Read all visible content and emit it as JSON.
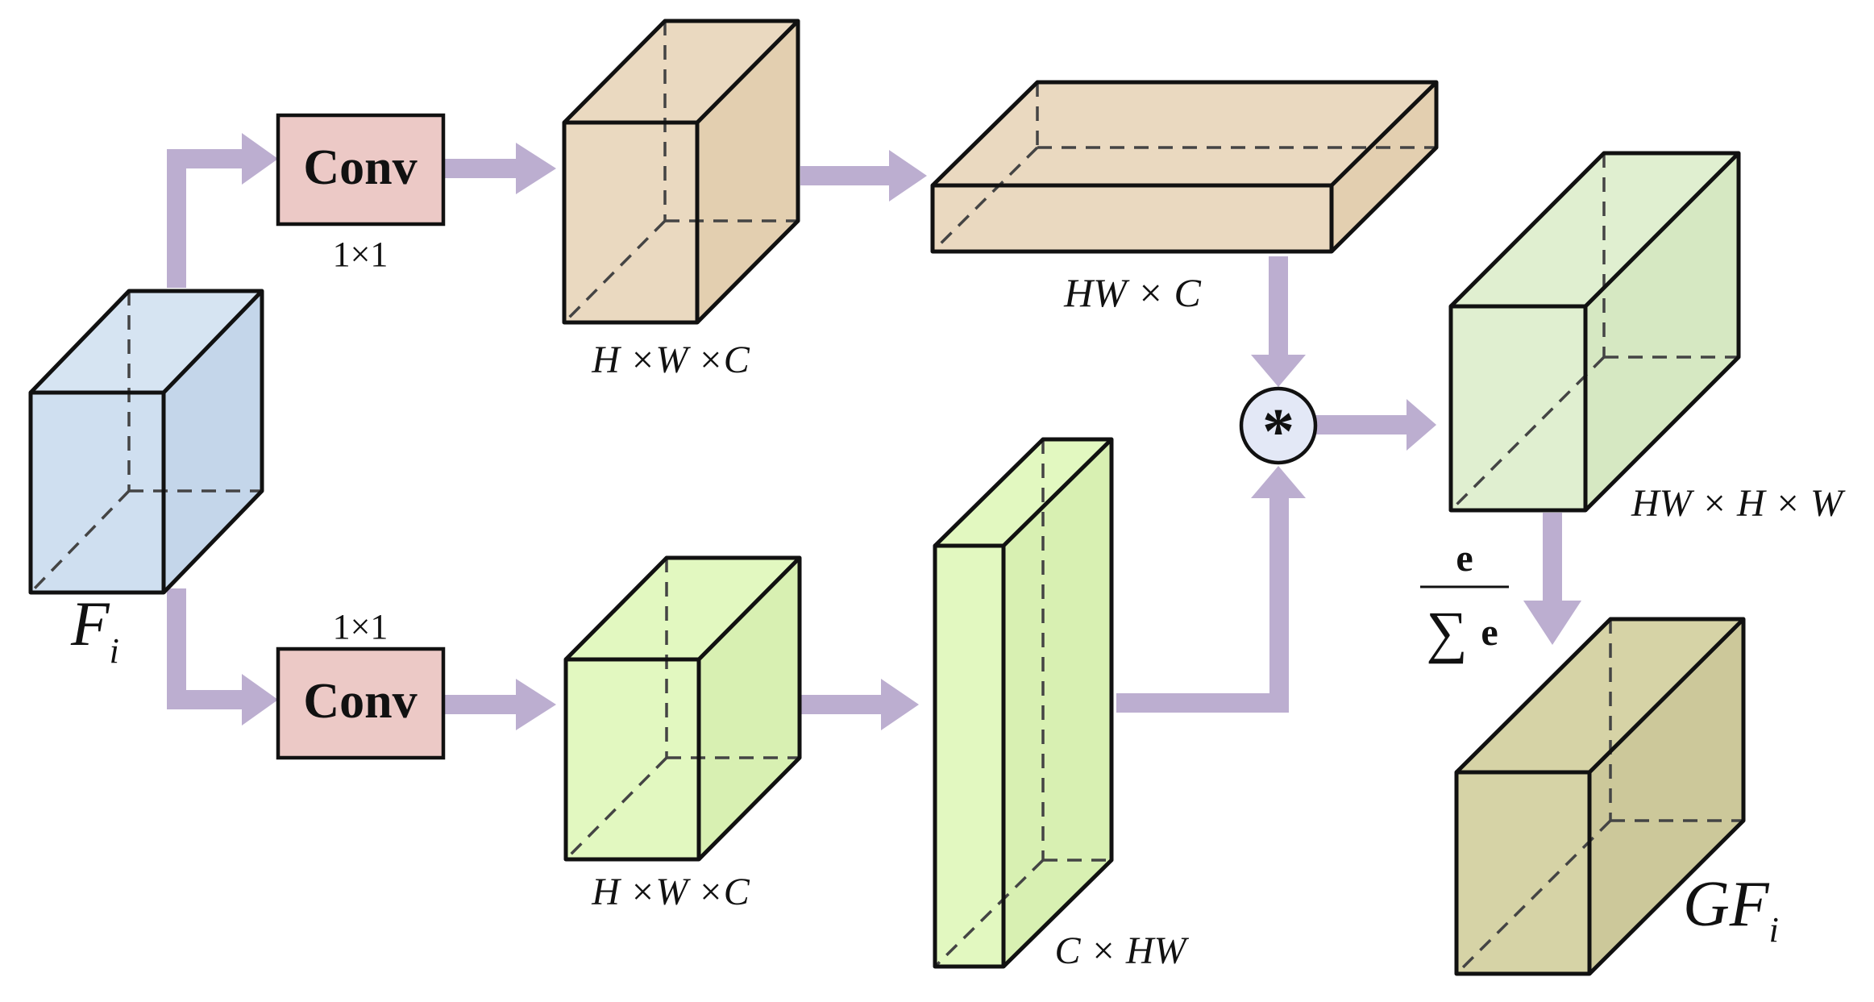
{
  "labels": {
    "input_main": "F",
    "input_sub": "i",
    "conv_top": "Conv",
    "conv_top_kernel": "1×1",
    "conv_bottom": "Conv",
    "conv_bottom_kernel": "1×1",
    "top_feature": "H ×W ×C",
    "bottom_feature": "H ×W ×C",
    "top_reshape": "HW × C",
    "bottom_reshape": "C × HW",
    "multiply": "*",
    "attention": "HW × H × W",
    "softmax_num": "e",
    "softmax_sum": "∑",
    "softmax_den": "e",
    "output_main": "GF",
    "output_sub": "i"
  },
  "colors": {
    "input_face": "#cfdff0",
    "conv_box": "#ecc9c6",
    "top_cube": "#ead9c0",
    "bottom_cube": "#e2f8c0",
    "attention_cube": "#e0efd0",
    "output_cube": "#d6d3a6",
    "arrow": "#bcaed0",
    "multiply_circle": "#e3e8f6"
  }
}
